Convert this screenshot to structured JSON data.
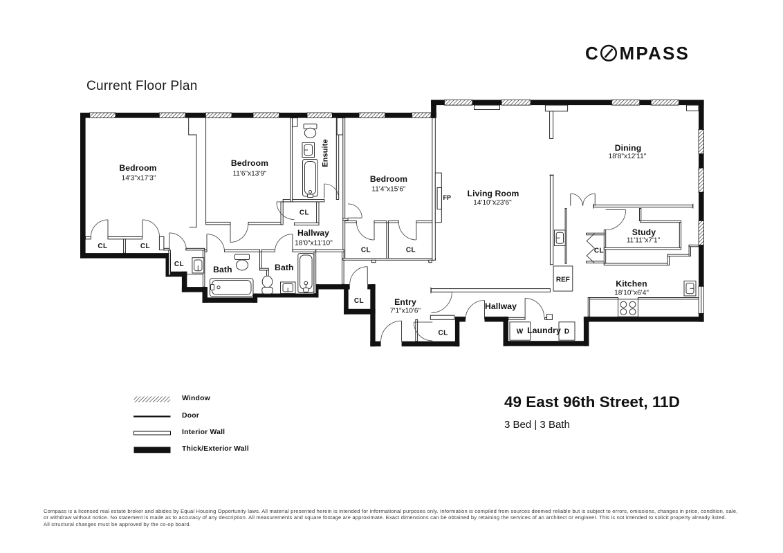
{
  "header": {
    "title": "Current Floor Plan"
  },
  "logo": {
    "brand_c": "C",
    "brand_rest": "MPASS"
  },
  "plan": {
    "rooms": {
      "bedroom1": {
        "name": "Bedroom",
        "dims": "14'3\"x17'3\""
      },
      "bedroom2": {
        "name": "Bedroom",
        "dims": "11'6\"x13'9\""
      },
      "bedroom3": {
        "name": "Bedroom",
        "dims": "11'4\"x15'6\""
      },
      "ensuite": {
        "name": "Ensuite"
      },
      "hallway1": {
        "name": "Hallway",
        "dims": "18'0\"x11'10\""
      },
      "bath1": {
        "name": "Bath"
      },
      "bath2": {
        "name": "Bath"
      },
      "living": {
        "name": "Living Room",
        "dims": "14'10\"x23'6\""
      },
      "dining": {
        "name": "Dining",
        "dims": "18'8\"x12'11\""
      },
      "study": {
        "name": "Study",
        "dims": "11'11\"x7'1\""
      },
      "kitchen": {
        "name": "Kitchen",
        "dims": "18'10\"x6'4\""
      },
      "entry": {
        "name": "Entry",
        "dims": "7'1\"x10'6\""
      },
      "hallway2": {
        "name": "Hallway"
      },
      "laundry": {
        "name": "Laundry"
      }
    },
    "closet_label": "CL",
    "fixtures": {
      "washer": "W",
      "dryer": "D",
      "fridge": "REF",
      "fireplace": "FP"
    }
  },
  "legend": {
    "items": [
      {
        "label": "Window",
        "symbol": "window-hatch"
      },
      {
        "label": "Door",
        "symbol": "door-line"
      },
      {
        "label": "Interior Wall",
        "symbol": "interior-wall"
      },
      {
        "label": "Thick/Exterior Wall",
        "symbol": "exterior-wall"
      }
    ]
  },
  "listing": {
    "address": "49 East 96th Street, 11D",
    "summary": "3 Bed | 3 Bath"
  },
  "disclaimer": {
    "lines": [
      "Compass is a licensed real estate broker and abides by Equal Housing Opportunity laws. All material presented herein is intended for informational purposes only. Information is compiled from sources deemed reliable but is subject to errors, omissions, changes in price, condition, sale,",
      "or withdraw without notice. No statement is made as to accuracy of any description. All measurements and square footage are approximate. Exact dimensions can be obtained by retaining the services of an architect or engineer. This is not intended to solicit property already listed.",
      "All structural changes must be approved by the co-op board."
    ]
  },
  "colors": {
    "wall": "#111111",
    "line": "#3a3a3a",
    "background": "#ffffff"
  }
}
